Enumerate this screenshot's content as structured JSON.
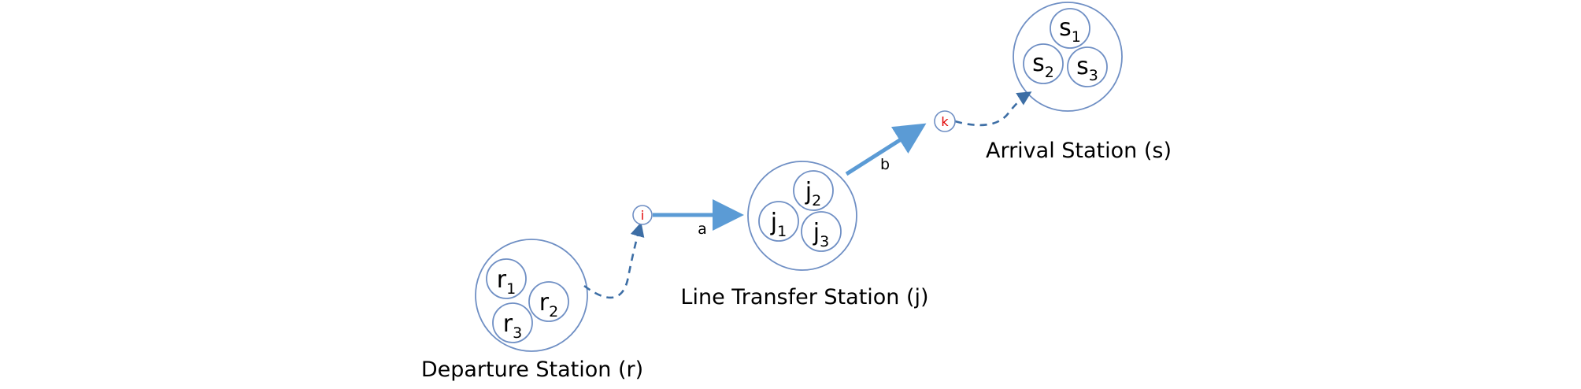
{
  "colors": {
    "circle_stroke": "#6f8fc4",
    "arrow": "#5b9bd5",
    "dashed_arrow": "#3d6ea5",
    "node_label": "#e00000",
    "text": "#000000"
  },
  "stations": {
    "departure": {
      "caption": "Departure Station (r)",
      "subs": [
        {
          "base": "r",
          "index": "1"
        },
        {
          "base": "r",
          "index": "2"
        },
        {
          "base": "r",
          "index": "3"
        }
      ]
    },
    "transfer": {
      "caption": "Line Transfer Station (j)",
      "subs": [
        {
          "base": "j",
          "index": "1"
        },
        {
          "base": "j",
          "index": "2"
        },
        {
          "base": "j",
          "index": "3"
        }
      ]
    },
    "arrival": {
      "caption": "Arrival Station (s)",
      "subs": [
        {
          "base": "s",
          "index": "1"
        },
        {
          "base": "s",
          "index": "2"
        },
        {
          "base": "s",
          "index": "3"
        }
      ]
    }
  },
  "nodes": {
    "i": "i",
    "k": "k"
  },
  "edges": {
    "a": "a",
    "b": "b"
  }
}
